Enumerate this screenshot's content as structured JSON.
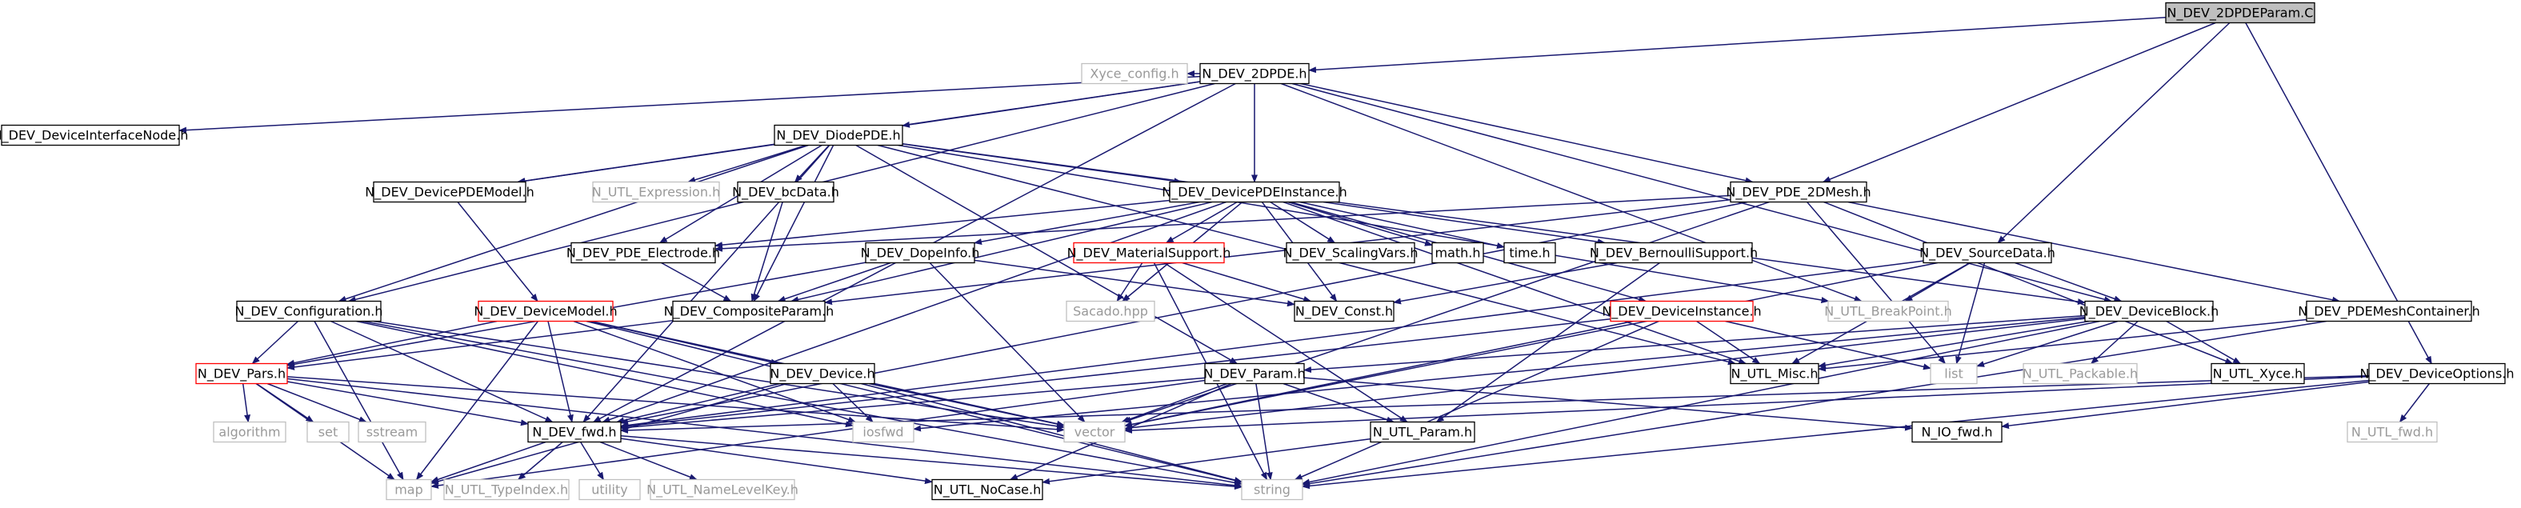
{
  "colors": {
    "edge": "#191970",
    "node_border_documented": "#000000",
    "node_border_truncated": "#ff0000",
    "node_border_external": "#bfbfbf",
    "node_fill": "#ffffff",
    "root_fill": "#bfbfbf",
    "text_normal": "#000000",
    "text_external": "#999999"
  },
  "nodes": [
    {
      "id": "root",
      "label": "N_DEV_2DPDEParam.C",
      "style": "root"
    },
    {
      "id": "xyce_config",
      "label": "Xyce_config.h",
      "style": "external"
    },
    {
      "id": "dev_2dpde",
      "label": "N_DEV_2DPDE.h",
      "style": "documented"
    },
    {
      "id": "dev_devinterfacenode",
      "label": "N_DEV_DeviceInterfaceNode.h",
      "style": "documented"
    },
    {
      "id": "dev_diodepde",
      "label": "N_DEV_DiodePDE.h",
      "style": "documented"
    },
    {
      "id": "dev_devicepdemodel",
      "label": "N_DEV_DevicePDEModel.h",
      "style": "documented"
    },
    {
      "id": "utl_expression",
      "label": "N_UTL_Expression.h",
      "style": "external"
    },
    {
      "id": "dev_bcdata",
      "label": "N_DEV_bcData.h",
      "style": "documented"
    },
    {
      "id": "dev_devicepdeinstance",
      "label": "N_DEV_DevicePDEInstance.h",
      "style": "documented"
    },
    {
      "id": "dev_pde_2dmesh",
      "label": "N_DEV_PDE_2DMesh.h",
      "style": "documented"
    },
    {
      "id": "dev_pde_electrode",
      "label": "N_DEV_PDE_Electrode.h",
      "style": "documented"
    },
    {
      "id": "dev_dopeinfo",
      "label": "N_DEV_DopeInfo.h",
      "style": "documented"
    },
    {
      "id": "dev_materialsupport",
      "label": "N_DEV_MaterialSupport.h",
      "style": "truncated"
    },
    {
      "id": "dev_scalingvars",
      "label": "N_DEV_ScalingVars.h",
      "style": "documented"
    },
    {
      "id": "math",
      "label": "math.h",
      "style": "documented"
    },
    {
      "id": "time",
      "label": "time.h",
      "style": "documented"
    },
    {
      "id": "dev_bernoullisupport",
      "label": "N_DEV_BernoulliSupport.h",
      "style": "documented"
    },
    {
      "id": "dev_sourcedata",
      "label": "N_DEV_SourceData.h",
      "style": "documented"
    },
    {
      "id": "dev_configuration",
      "label": "N_DEV_Configuration.h",
      "style": "documented"
    },
    {
      "id": "dev_devicemodel",
      "label": "N_DEV_DeviceModel.h",
      "style": "truncated"
    },
    {
      "id": "dev_compositeparam",
      "label": "N_DEV_CompositeParam.h",
      "style": "documented"
    },
    {
      "id": "sacado",
      "label": "Sacado.hpp",
      "style": "external"
    },
    {
      "id": "dev_const",
      "label": "N_DEV_Const.h",
      "style": "documented"
    },
    {
      "id": "dev_deviceinstance",
      "label": "N_DEV_DeviceInstance.h",
      "style": "truncated"
    },
    {
      "id": "utl_breakpoint",
      "label": "N_UTL_BreakPoint.h",
      "style": "external"
    },
    {
      "id": "dev_deviceblock",
      "label": "N_DEV_DeviceBlock.h",
      "style": "documented"
    },
    {
      "id": "dev_pdemeshcontainer",
      "label": "N_DEV_PDEMeshContainer.h",
      "style": "documented"
    },
    {
      "id": "dev_pars",
      "label": "N_DEV_Pars.h",
      "style": "truncated"
    },
    {
      "id": "dev_device",
      "label": "N_DEV_Device.h",
      "style": "documented"
    },
    {
      "id": "dev_param",
      "label": "N_DEV_Param.h",
      "style": "documented"
    },
    {
      "id": "utl_misc",
      "label": "N_UTL_Misc.h",
      "style": "documented"
    },
    {
      "id": "list",
      "label": "list",
      "style": "external"
    },
    {
      "id": "utl_packable",
      "label": "N_UTL_Packable.h",
      "style": "external"
    },
    {
      "id": "utl_xyce",
      "label": "N_UTL_Xyce.h",
      "style": "documented"
    },
    {
      "id": "dev_deviceoptions",
      "label": "N_DEV_DeviceOptions.h",
      "style": "documented"
    },
    {
      "id": "algorithm",
      "label": "algorithm",
      "style": "external"
    },
    {
      "id": "set",
      "label": "set",
      "style": "external"
    },
    {
      "id": "sstream",
      "label": "sstream",
      "style": "external"
    },
    {
      "id": "dev_fwd",
      "label": "N_DEV_fwd.h",
      "style": "documented"
    },
    {
      "id": "iosfwd",
      "label": "iosfwd",
      "style": "external"
    },
    {
      "id": "vector",
      "label": "vector",
      "style": "external"
    },
    {
      "id": "utl_param",
      "label": "N_UTL_Param.h",
      "style": "documented"
    },
    {
      "id": "io_fwd",
      "label": "N_IO_fwd.h",
      "style": "documented"
    },
    {
      "id": "utl_fwd",
      "label": "N_UTL_fwd.h",
      "style": "external"
    },
    {
      "id": "map",
      "label": "map",
      "style": "external"
    },
    {
      "id": "utl_typeindex",
      "label": "N_UTL_TypeIndex.h",
      "style": "external"
    },
    {
      "id": "utility",
      "label": "utility",
      "style": "external"
    },
    {
      "id": "utl_namelevelkey",
      "label": "N_UTL_NameLevelKey.h",
      "style": "external"
    },
    {
      "id": "utl_nocase",
      "label": "N_UTL_NoCase.h",
      "style": "documented"
    },
    {
      "id": "string",
      "label": "string",
      "style": "external"
    }
  ],
  "edges": [
    [
      "root",
      "dev_2dpde"
    ],
    [
      "root",
      "dev_pde_2dmesh"
    ],
    [
      "root",
      "dev_sourcedata"
    ],
    [
      "root",
      "dev_deviceoptions"
    ],
    [
      "dev_2dpde",
      "xyce_config"
    ],
    [
      "dev_2dpde",
      "dev_devinterfacenode"
    ],
    [
      "dev_2dpde",
      "dev_diodepde"
    ],
    [
      "dev_2dpde",
      "dev_devicepdemodel"
    ],
    [
      "dev_2dpde",
      "dev_devicepdeinstance"
    ],
    [
      "dev_2dpde",
      "dev_pde_2dmesh"
    ],
    [
      "dev_2dpde",
      "dev_configuration"
    ],
    [
      "dev_2dpde",
      "utl_breakpoint"
    ],
    [
      "dev_2dpde",
      "dev_deviceblock"
    ],
    [
      "dev_2dpde",
      "dev_fwd"
    ],
    [
      "dev_diodepde",
      "dev_devicepdemodel"
    ],
    [
      "dev_diodepde",
      "utl_expression"
    ],
    [
      "dev_diodepde",
      "dev_bcdata"
    ],
    [
      "dev_diodepde",
      "dev_devicepdeinstance"
    ],
    [
      "dev_diodepde",
      "dev_pde_electrode"
    ],
    [
      "dev_diodepde",
      "dev_configuration"
    ],
    [
      "dev_diodepde",
      "dev_param"
    ],
    [
      "dev_diodepde",
      "utl_misc"
    ],
    [
      "dev_diodepde",
      "utl_breakpoint"
    ],
    [
      "dev_diodepde",
      "dev_deviceblock"
    ],
    [
      "dev_diodepde",
      "dev_fwd"
    ],
    [
      "dev_diodepde",
      "dev_compositeparam"
    ],
    [
      "dev_devicepdemodel",
      "dev_devicemodel"
    ],
    [
      "dev_bcdata",
      "dev_compositeparam"
    ],
    [
      "dev_devicepdeinstance",
      "dev_pde_electrode"
    ],
    [
      "dev_devicepdeinstance",
      "dev_dopeinfo"
    ],
    [
      "dev_devicepdeinstance",
      "dev_materialsupport"
    ],
    [
      "dev_devicepdeinstance",
      "dev_scalingvars"
    ],
    [
      "dev_devicepdeinstance",
      "math"
    ],
    [
      "dev_devicepdeinstance",
      "time"
    ],
    [
      "dev_devicepdeinstance",
      "dev_bernoullisupport"
    ],
    [
      "dev_devicepdeinstance",
      "dev_deviceinstance"
    ],
    [
      "dev_devicepdeinstance",
      "dev_const"
    ],
    [
      "dev_devicepdeinstance",
      "sacado"
    ],
    [
      "dev_devicepdeinstance",
      "dev_compositeparam"
    ],
    [
      "dev_devicepdeinstance",
      "utl_misc"
    ],
    [
      "dev_devicepdeinstance",
      "dev_fwd"
    ],
    [
      "dev_pde_2dmesh",
      "dev_pde_electrode"
    ],
    [
      "dev_pde_2dmesh",
      "dev_compositeparam"
    ],
    [
      "dev_pde_2dmesh",
      "dev_pdemeshcontainer"
    ],
    [
      "dev_pde_2dmesh",
      "list"
    ],
    [
      "dev_pde_2dmesh",
      "utl_xyce"
    ],
    [
      "dev_pde_2dmesh",
      "dev_fwd"
    ],
    [
      "dev_pde_2dmesh",
      "vector"
    ],
    [
      "dev_pde_electrode",
      "dev_compositeparam"
    ],
    [
      "dev_dopeinfo",
      "dev_compositeparam"
    ],
    [
      "dev_dopeinfo",
      "dev_const"
    ],
    [
      "dev_dopeinfo",
      "dev_pars"
    ],
    [
      "dev_dopeinfo",
      "vector"
    ],
    [
      "dev_materialsupport",
      "sacado"
    ],
    [
      "dev_materialsupport",
      "dev_const"
    ],
    [
      "dev_materialsupport",
      "utl_param"
    ],
    [
      "dev_materialsupport",
      "string"
    ],
    [
      "dev_bernoullisupport",
      "dev_const"
    ],
    [
      "dev_bernoullisupport",
      "utl_param"
    ],
    [
      "dev_sourcedata",
      "utl_breakpoint"
    ],
    [
      "dev_sourcedata",
      "dev_deviceblock"
    ],
    [
      "dev_sourcedata",
      "utl_misc"
    ],
    [
      "dev_sourcedata",
      "list"
    ],
    [
      "dev_sourcedata",
      "vector"
    ],
    [
      "dev_sourcedata",
      "dev_fwd"
    ],
    [
      "dev_configuration",
      "dev_pars"
    ],
    [
      "dev_configuration",
      "dev_fwd"
    ],
    [
      "dev_configuration",
      "vector"
    ],
    [
      "dev_configuration",
      "map"
    ],
    [
      "dev_configuration",
      "string"
    ],
    [
      "dev_configuration",
      "iosfwd"
    ],
    [
      "dev_devicemodel",
      "dev_pars"
    ],
    [
      "dev_devicemodel",
      "dev_fwd"
    ],
    [
      "dev_devicemodel",
      "dev_device"
    ],
    [
      "dev_devicemodel",
      "vector"
    ],
    [
      "dev_devicemodel",
      "map"
    ],
    [
      "dev_devicemodel",
      "string"
    ],
    [
      "dev_devicemodel",
      "iosfwd"
    ],
    [
      "dev_compositeparam",
      "dev_pars"
    ],
    [
      "dev_deviceinstance",
      "utl_misc"
    ],
    [
      "dev_deviceinstance",
      "list"
    ],
    [
      "dev_deviceinstance",
      "dev_fwd"
    ],
    [
      "dev_deviceinstance",
      "vector"
    ],
    [
      "dev_deviceinstance",
      "string"
    ],
    [
      "dev_deviceblock",
      "utl_misc"
    ],
    [
      "dev_deviceblock",
      "list"
    ],
    [
      "dev_deviceblock",
      "utl_packable"
    ],
    [
      "dev_deviceblock",
      "utl_xyce"
    ],
    [
      "dev_deviceblock",
      "dev_param"
    ],
    [
      "dev_deviceblock",
      "iosfwd"
    ],
    [
      "dev_deviceblock",
      "vector"
    ],
    [
      "dev_deviceblock",
      "string"
    ],
    [
      "dev_pdemeshcontainer",
      "utl_misc"
    ],
    [
      "dev_pdemeshcontainer",
      "string"
    ],
    [
      "dev_pars",
      "algorithm"
    ],
    [
      "dev_pars",
      "set"
    ],
    [
      "dev_pars",
      "sstream"
    ],
    [
      "dev_pars",
      "dev_fwd"
    ],
    [
      "dev_pars",
      "map"
    ],
    [
      "dev_pars",
      "vector"
    ],
    [
      "dev_pars",
      "string"
    ],
    [
      "dev_device",
      "dev_fwd"
    ],
    [
      "dev_device",
      "iosfwd"
    ],
    [
      "dev_device",
      "vector"
    ],
    [
      "dev_device",
      "string"
    ],
    [
      "dev_device",
      "map"
    ],
    [
      "dev_param",
      "utl_param"
    ],
    [
      "dev_param",
      "dev_fwd"
    ],
    [
      "dev_param",
      "io_fwd"
    ],
    [
      "dev_param",
      "vector"
    ],
    [
      "dev_param",
      "string"
    ],
    [
      "dev_param",
      "map"
    ],
    [
      "dev_param",
      "utl_nocase"
    ],
    [
      "dev_deviceoptions",
      "utl_fwd"
    ],
    [
      "dev_deviceoptions",
      "dev_fwd"
    ],
    [
      "dev_deviceoptions",
      "io_fwd"
    ],
    [
      "dev_deviceoptions",
      "string"
    ],
    [
      "dev_deviceoptions",
      "vector"
    ],
    [
      "dev_fwd",
      "map"
    ],
    [
      "dev_fwd",
      "utl_typeindex"
    ],
    [
      "dev_fwd",
      "utility"
    ],
    [
      "dev_fwd",
      "utl_namelevelkey"
    ],
    [
      "dev_fwd",
      "utl_nocase"
    ],
    [
      "dev_fwd",
      "string"
    ],
    [
      "utl_param",
      "utl_nocase"
    ]
  ]
}
